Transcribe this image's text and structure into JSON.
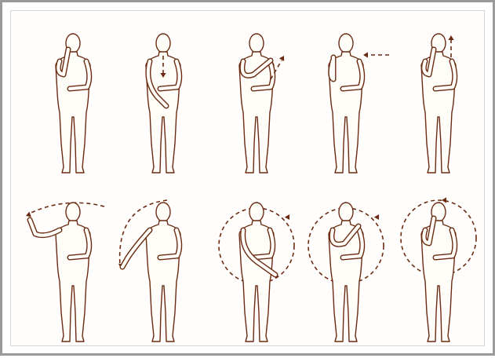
{
  "colors": {
    "ink": "#6b2b12",
    "frame": "#9a9a9a",
    "paper": "#fffdf8"
  },
  "figures": [
    {
      "row": 1,
      "pose": "hand-on-face",
      "arrow": "none"
    },
    {
      "row": 1,
      "pose": "hand-sweep-down-front",
      "arrow": "down"
    },
    {
      "row": 1,
      "pose": "hand-across-to-shoulder",
      "arrow": "up-right"
    },
    {
      "row": 1,
      "pose": "hand-raised-at-shoulder",
      "arrow": "left"
    },
    {
      "row": 1,
      "pose": "hand-on-face",
      "arrow": "up"
    },
    {
      "row": 2,
      "pose": "arm-out-overhead-arc",
      "arrow": "arc-left"
    },
    {
      "row": 2,
      "pose": "arm-down-side-arc",
      "arrow": "arc-down"
    },
    {
      "row": 2,
      "pose": "arm-across-hip-circle",
      "arrow": "circle"
    },
    {
      "row": 2,
      "pose": "hand-at-shoulder-circle",
      "arrow": "circle"
    },
    {
      "row": 2,
      "pose": "hand-on-face-circle",
      "arrow": "circle-top"
    }
  ]
}
